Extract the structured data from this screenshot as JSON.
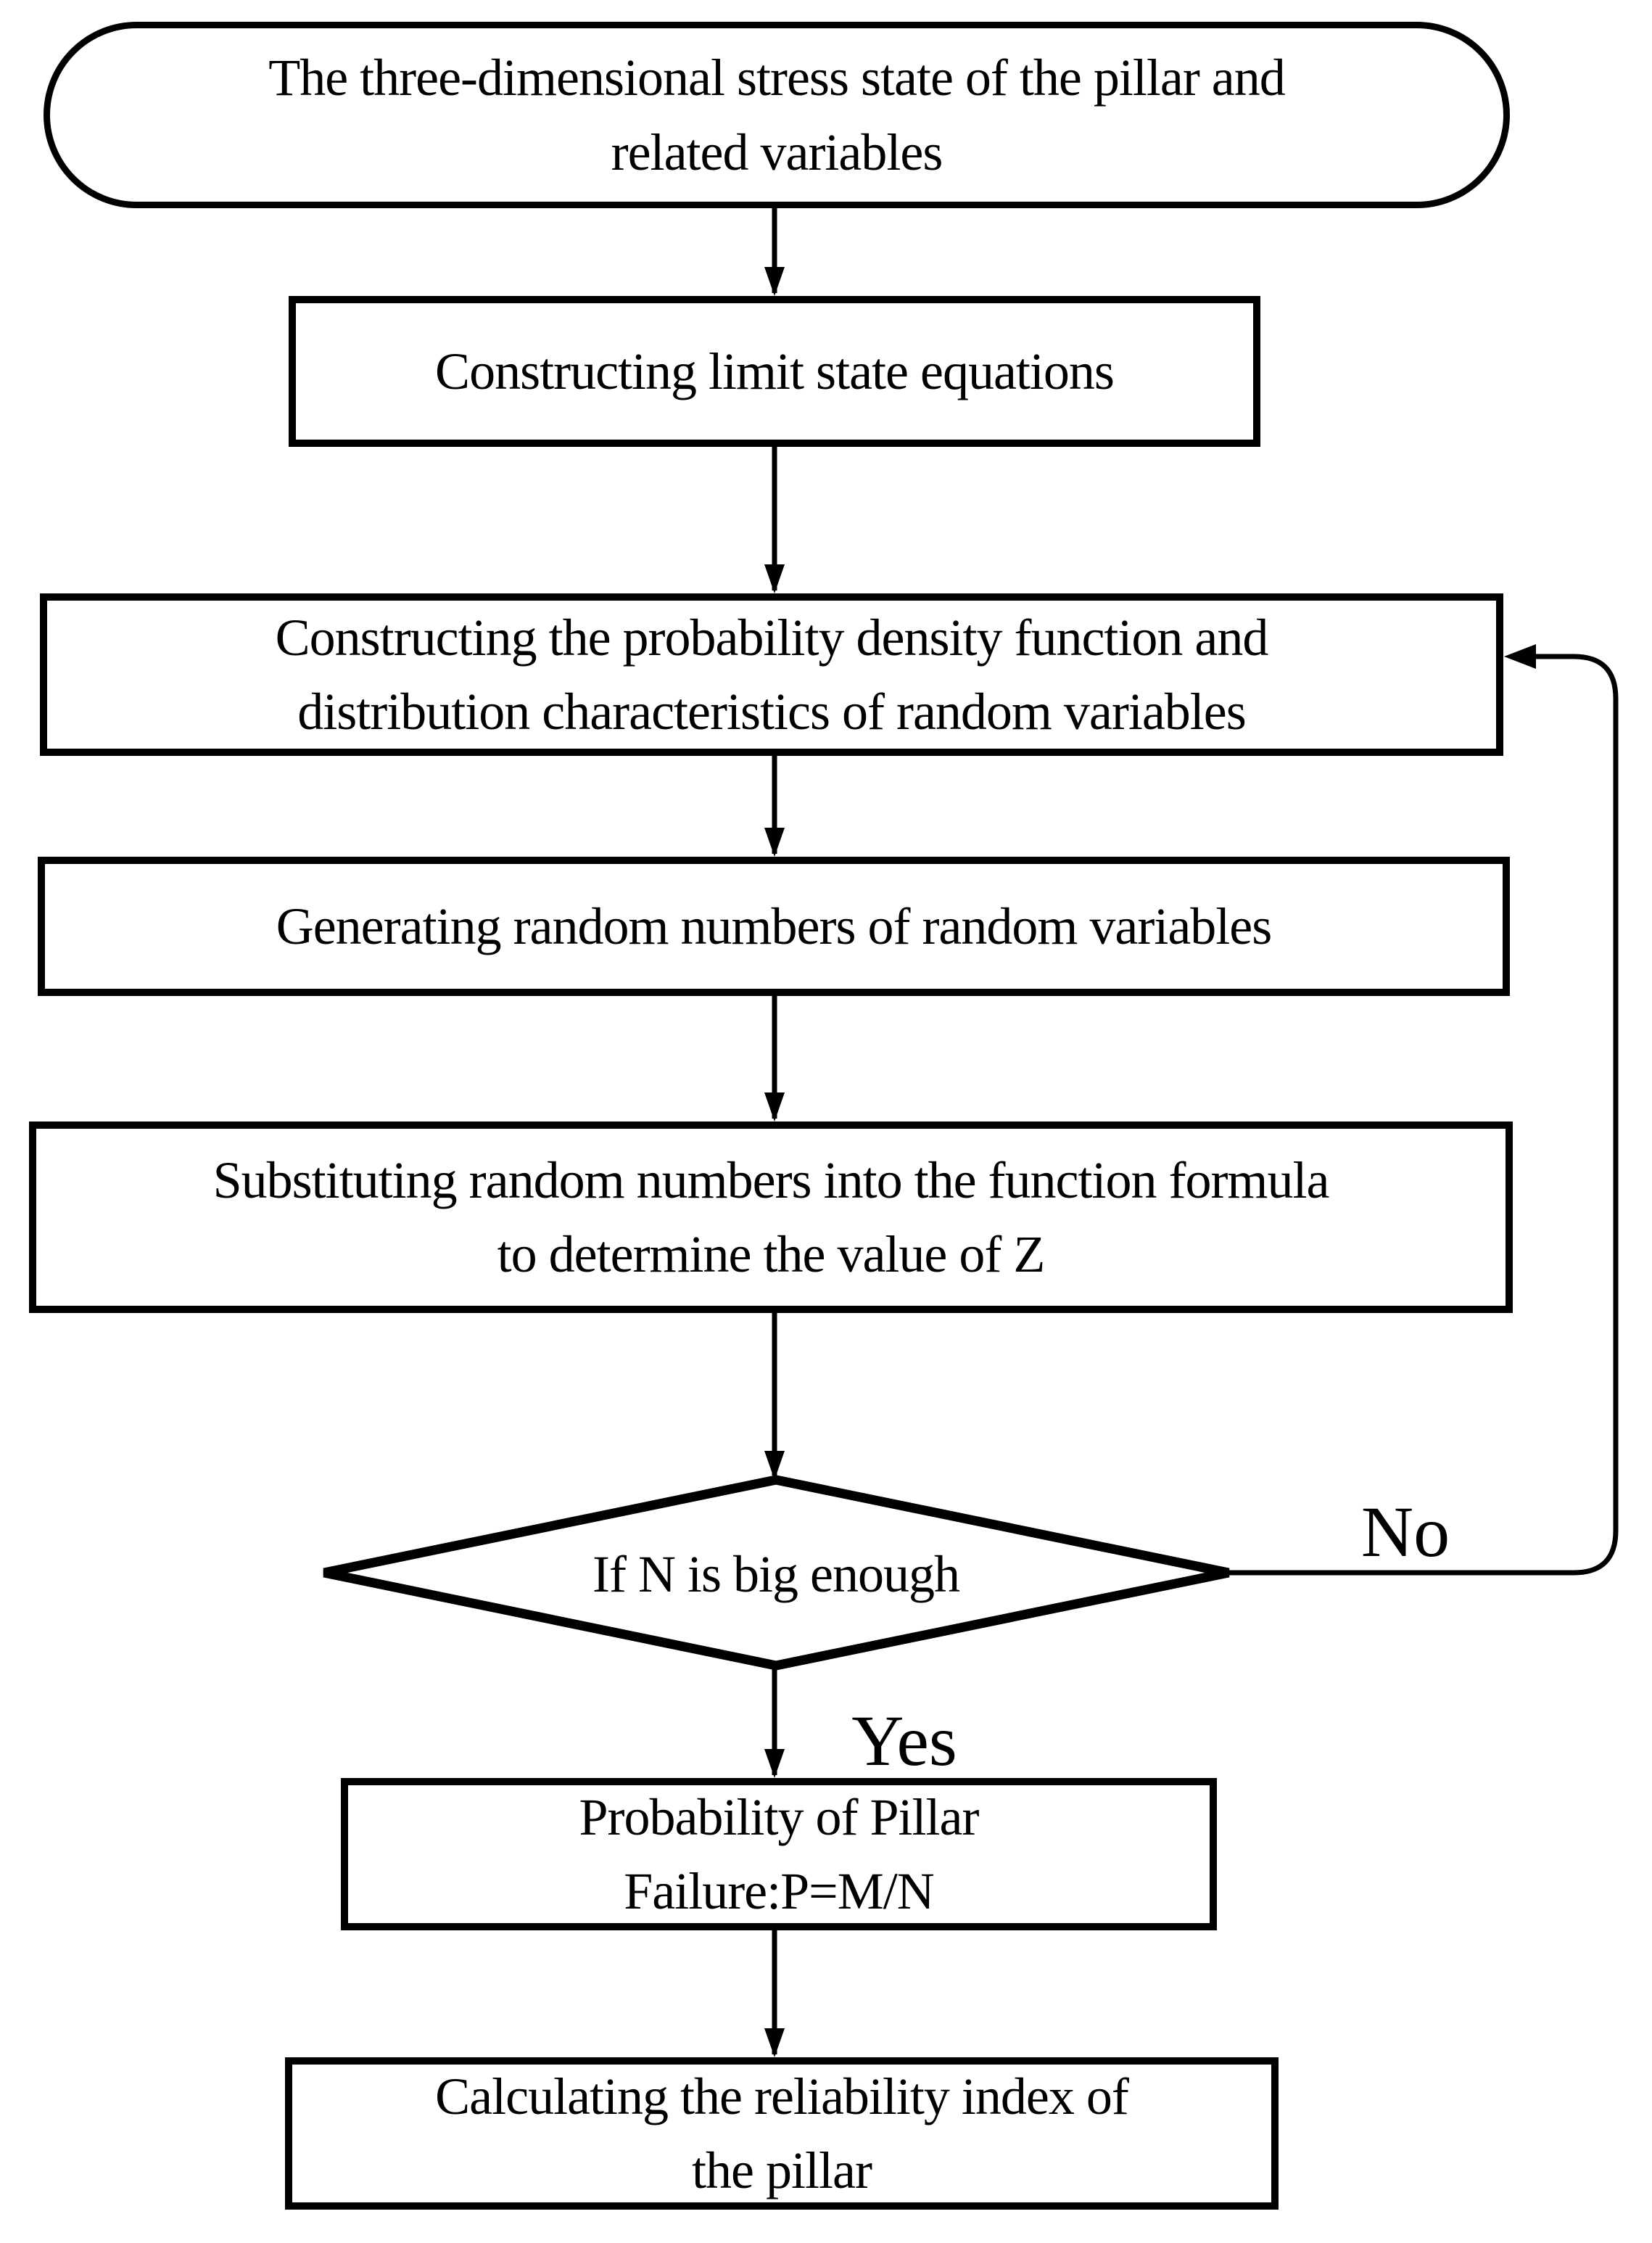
{
  "colors": {
    "line": "#000000",
    "background": "#ffffff"
  },
  "nodes": {
    "start": {
      "type": "terminator",
      "label": "The three-dimensional stress state of the pillar and\nrelated variables"
    },
    "construct_equations": {
      "type": "process",
      "label": "Constructing limit state equations"
    },
    "construct_pdf": {
      "type": "process",
      "label": "Constructing the probability density function and\ndistribution characteristics of random variables"
    },
    "generate_numbers": {
      "type": "process",
      "label": "Generating random numbers of random variables"
    },
    "substitute": {
      "type": "process",
      "label": "Substituting random numbers into the function formula\nto determine the value of Z"
    },
    "decision": {
      "type": "decision",
      "label": "If N is big enough"
    },
    "probability": {
      "type": "process",
      "label": "Probability of Pillar\nFailure:P=M/N"
    },
    "reliability": {
      "type": "process",
      "label": "Calculating the reliability index of\nthe pillar"
    }
  },
  "edge_labels": {
    "no": "No",
    "yes": "Yes"
  }
}
